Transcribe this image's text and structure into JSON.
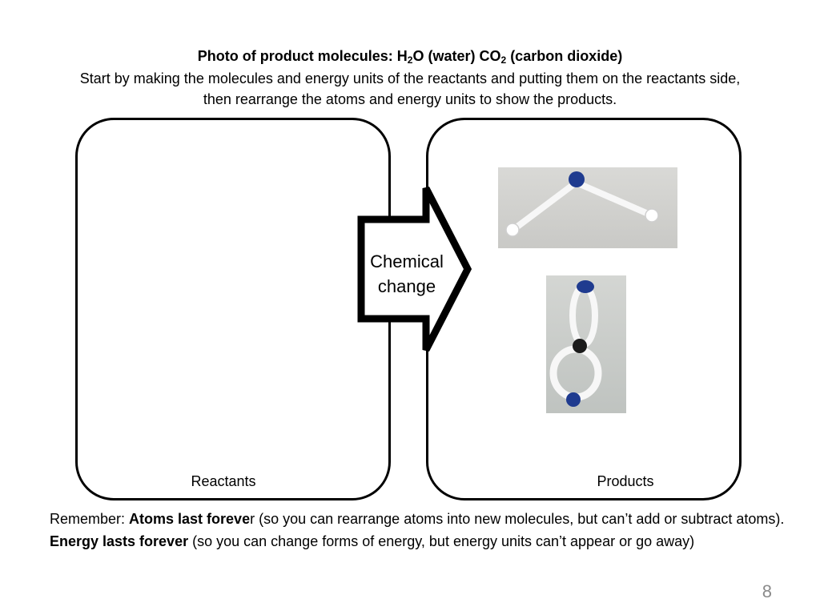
{
  "header": {
    "title_part1": "Photo of product molecules: H",
    "title_sub1": "2",
    "title_part2": "O (water) CO",
    "title_sub2": "2",
    "title_part3": " (carbon dioxide)",
    "instructions": "Start by making the molecules and energy units of the reactants and putting them on the reactants side, then rearrange the atoms and energy units to show the products."
  },
  "arrow": {
    "line1": "Chemical",
    "line2": "change"
  },
  "boxes": {
    "reactants_label": "Reactants",
    "products_label": "Products"
  },
  "remember": {
    "prefix": "Remember: ",
    "bold1": "Atoms last foreve",
    "rest1": "r (so you can rearrange atoms into new molecules, but can’t add or subtract atoms). ",
    "bold2": "Energy lasts forever",
    "rest2": " (so you can change forms of energy, but energy units can’t appear or go away)"
  },
  "page_number": "8",
  "colors": {
    "atom_blue": "#1f3b8f",
    "atom_black": "#1a1a1a",
    "bond_white": "#ffffff"
  }
}
